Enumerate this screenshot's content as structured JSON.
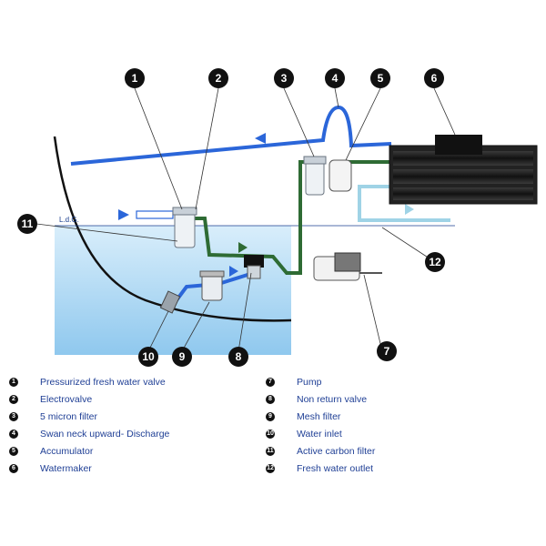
{
  "waterline_label": "L.d.G.",
  "callouts": [
    "1",
    "2",
    "3",
    "4",
    "5",
    "6",
    "7",
    "8",
    "9",
    "10",
    "11",
    "12"
  ],
  "legend": {
    "left": [
      {
        "num": "1",
        "label": "Pressurized fresh water valve"
      },
      {
        "num": "2",
        "label": "Electrovalve"
      },
      {
        "num": "3",
        "label": "5 micron filter"
      },
      {
        "num": "4",
        "label": "Swan neck upward- Discharge"
      },
      {
        "num": "5",
        "label": "Accumulator"
      },
      {
        "num": "6",
        "label": "Watermaker"
      }
    ],
    "right": [
      {
        "num": "7",
        "label": "Pump"
      },
      {
        "num": "8",
        "label": "Non return valve"
      },
      {
        "num": "9",
        "label": "Mesh filter"
      },
      {
        "num": "10",
        "label": "Water inlet"
      },
      {
        "num": "11",
        "label": "Active carbon filter"
      },
      {
        "num": "12",
        "label": "Fresh water outlet"
      }
    ]
  },
  "colors": {
    "feed_pipe": "#2b66d9",
    "fresh_pipe": "#2e6b34",
    "product_pipe": "#9fd3e6",
    "sea": "#bfe0f5",
    "callout": "#111111",
    "legend_text": "#1f3f95"
  }
}
